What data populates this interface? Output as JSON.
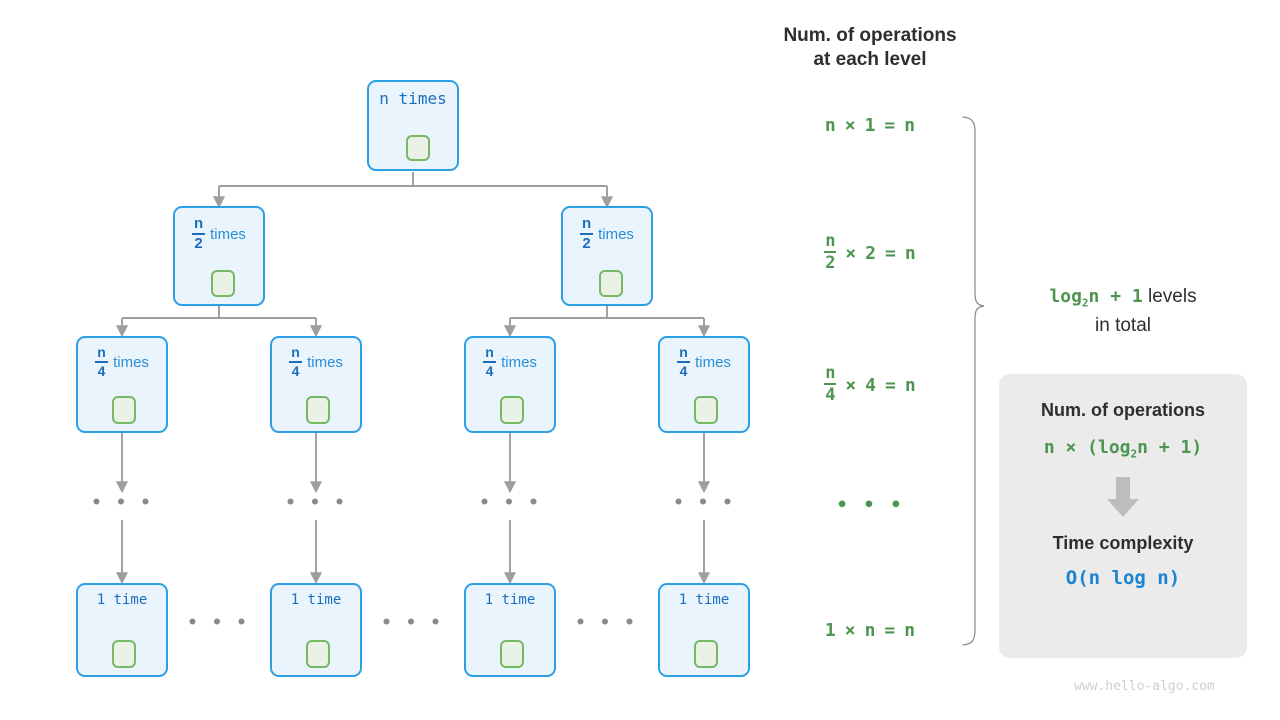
{
  "diagram": {
    "title": "Divide-and-conquer recursion tree time complexity",
    "watermark": "www.hello-algo.com"
  },
  "tree": {
    "levels": [
      {
        "id": "level-1",
        "node_label_prefix": "n",
        "node_label_suffix": "times",
        "fraction": null,
        "count": 1,
        "nodes": [
          {
            "text": "n times"
          }
        ]
      },
      {
        "id": "level-2",
        "node_label_suffix": "times",
        "fraction": {
          "num": "n",
          "den": "2"
        },
        "count": 2,
        "nodes": [
          {
            "num": "n",
            "den": "2",
            "suffix": "times"
          },
          {
            "num": "n",
            "den": "2",
            "suffix": "times"
          }
        ]
      },
      {
        "id": "level-3",
        "node_label_suffix": "times",
        "fraction": {
          "num": "n",
          "den": "4"
        },
        "count": 4,
        "nodes": [
          {
            "num": "n",
            "den": "4",
            "suffix": "times"
          },
          {
            "num": "n",
            "den": "4",
            "suffix": "times"
          },
          {
            "num": "n",
            "den": "4",
            "suffix": "times"
          },
          {
            "num": "n",
            "den": "4",
            "suffix": "times"
          }
        ]
      },
      {
        "id": "level-ellipsis",
        "ellipsis": "• • •",
        "count": 4
      },
      {
        "id": "level-leaf",
        "count": 4,
        "nodes": [
          {
            "text": "1 time"
          },
          {
            "text": "1 time"
          },
          {
            "text": "1 time"
          },
          {
            "text": "1 time"
          }
        ],
        "between_ellipsis": "• • •"
      }
    ]
  },
  "operations_column": {
    "header_line1": "Num. of operations",
    "header_line2": "at each level",
    "rows": [
      {
        "id": "row-1",
        "left": "n",
        "op": "×",
        "right": "1",
        "eq": "=",
        "result": "n",
        "left_is_fraction": false
      },
      {
        "id": "row-2",
        "left_num": "n",
        "left_den": "2",
        "op": "×",
        "right": "2",
        "eq": "=",
        "result": "n",
        "left_is_fraction": true
      },
      {
        "id": "row-3",
        "left_num": "n",
        "left_den": "4",
        "op": "×",
        "right": "4",
        "eq": "=",
        "result": "n",
        "left_is_fraction": true
      },
      {
        "id": "row-ellipsis",
        "ellipsis": "• • •"
      },
      {
        "id": "row-leaf",
        "left": "1",
        "op": "×",
        "right": "n",
        "eq": "=",
        "result": "n",
        "left_is_fraction": false
      }
    ]
  },
  "levels_note": {
    "formula_prefix": "log",
    "formula_sub": "2",
    "formula_rest": "n + 1",
    "text": "levels",
    "text_line2": "in total"
  },
  "summary_card": {
    "title_operations": "Num. of operations",
    "formula_prefix": "n × (log",
    "formula_sub": "2",
    "formula_rest": "n + 1)",
    "arrow": "down-arrow",
    "title_complexity": "Time complexity",
    "complexity": "O(n log n)"
  },
  "colors": {
    "node_border": "#2f9fe5",
    "node_fill": "#e9f4fc",
    "node_text": "#1a6fbf",
    "green_box_border": "#77b765",
    "green_box_fill": "#e9f2e4",
    "green_text": "#4d9550",
    "blue_text": "#1b84d0",
    "connector_gray": "#9e9e9e",
    "card_bg": "#ebebeb",
    "dark_text": "#2e2e2e"
  }
}
